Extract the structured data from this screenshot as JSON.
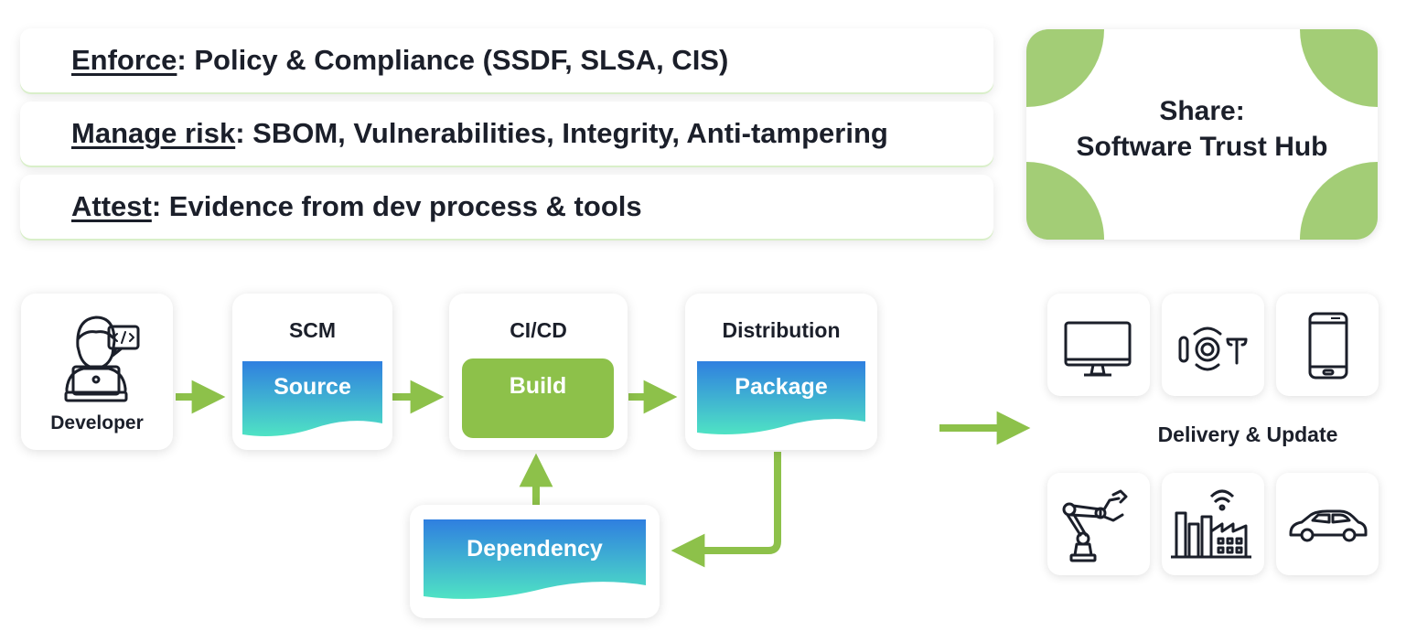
{
  "bars": [
    {
      "keyword": "Enforce",
      "rest": ": Policy & Compliance (SSDF, SLSA, CIS)"
    },
    {
      "keyword": "Manage risk",
      "rest": ": SBOM, Vulnerabilities, Integrity, Anti-tampering"
    },
    {
      "keyword": "Attest",
      "rest": ": Evidence from dev process & tools"
    }
  ],
  "share": {
    "line1": "Share:",
    "line2": "Software Trust Hub"
  },
  "pipeline": {
    "developer": "Developer",
    "scm": {
      "title": "SCM",
      "doc": "Source"
    },
    "cicd": {
      "title": "CI/CD",
      "box": "Build"
    },
    "distribution": {
      "title": "Distribution",
      "doc": "Package"
    },
    "dependency": "Dependency"
  },
  "delivery": {
    "label": "Delivery & Update",
    "devices": [
      "monitor-icon",
      "iot-icon",
      "smartphone-icon",
      "robot-arm-icon",
      "smart-factory-icon",
      "car-icon"
    ]
  },
  "colors": {
    "green": "#8dc14a",
    "corner_green": "#a3cd76",
    "doc_top": "#2f7fe0",
    "doc_bottom": "#4fe3c4"
  }
}
